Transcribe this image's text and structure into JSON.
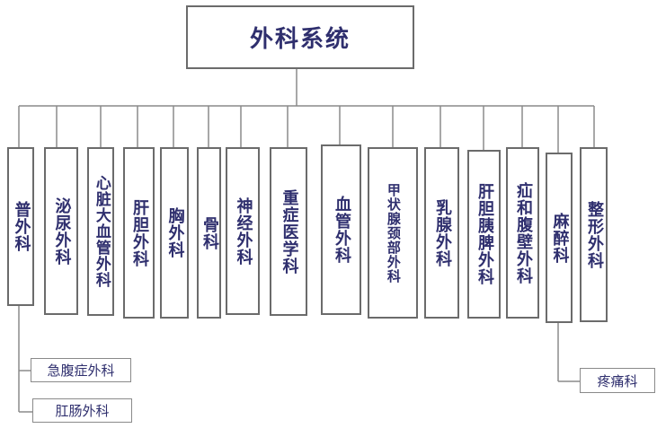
{
  "root": {
    "label": "外科系统"
  },
  "departments": [
    {
      "id": "general",
      "label": "普外科"
    },
    {
      "id": "urology",
      "label": "泌尿外科"
    },
    {
      "id": "cardio",
      "label": "心脏大血管外科"
    },
    {
      "id": "hepato",
      "label": "肝胆外科"
    },
    {
      "id": "thoracic",
      "label": "胸外科"
    },
    {
      "id": "ortho",
      "label": "骨科"
    },
    {
      "id": "neuro",
      "label": "神经外科"
    },
    {
      "id": "critical",
      "label": "重症医学科"
    },
    {
      "id": "vascular",
      "label": "血管外科"
    },
    {
      "id": "thyroid",
      "label": "甲状腺颈部外科"
    },
    {
      "id": "breast",
      "label": "乳腺外科"
    },
    {
      "id": "hbp",
      "label": "肝胆胰脾外科"
    },
    {
      "id": "hernia",
      "label": "疝和腹壁外科"
    },
    {
      "id": "anesthesia",
      "label": "麻醉科"
    },
    {
      "id": "plastic",
      "label": "整形外科"
    }
  ],
  "subdepartments": {
    "general": [
      {
        "label": "急腹症外科"
      },
      {
        "label": "肛肠外科"
      }
    ],
    "anesthesia": [
      {
        "label": "疼痛科"
      }
    ]
  }
}
